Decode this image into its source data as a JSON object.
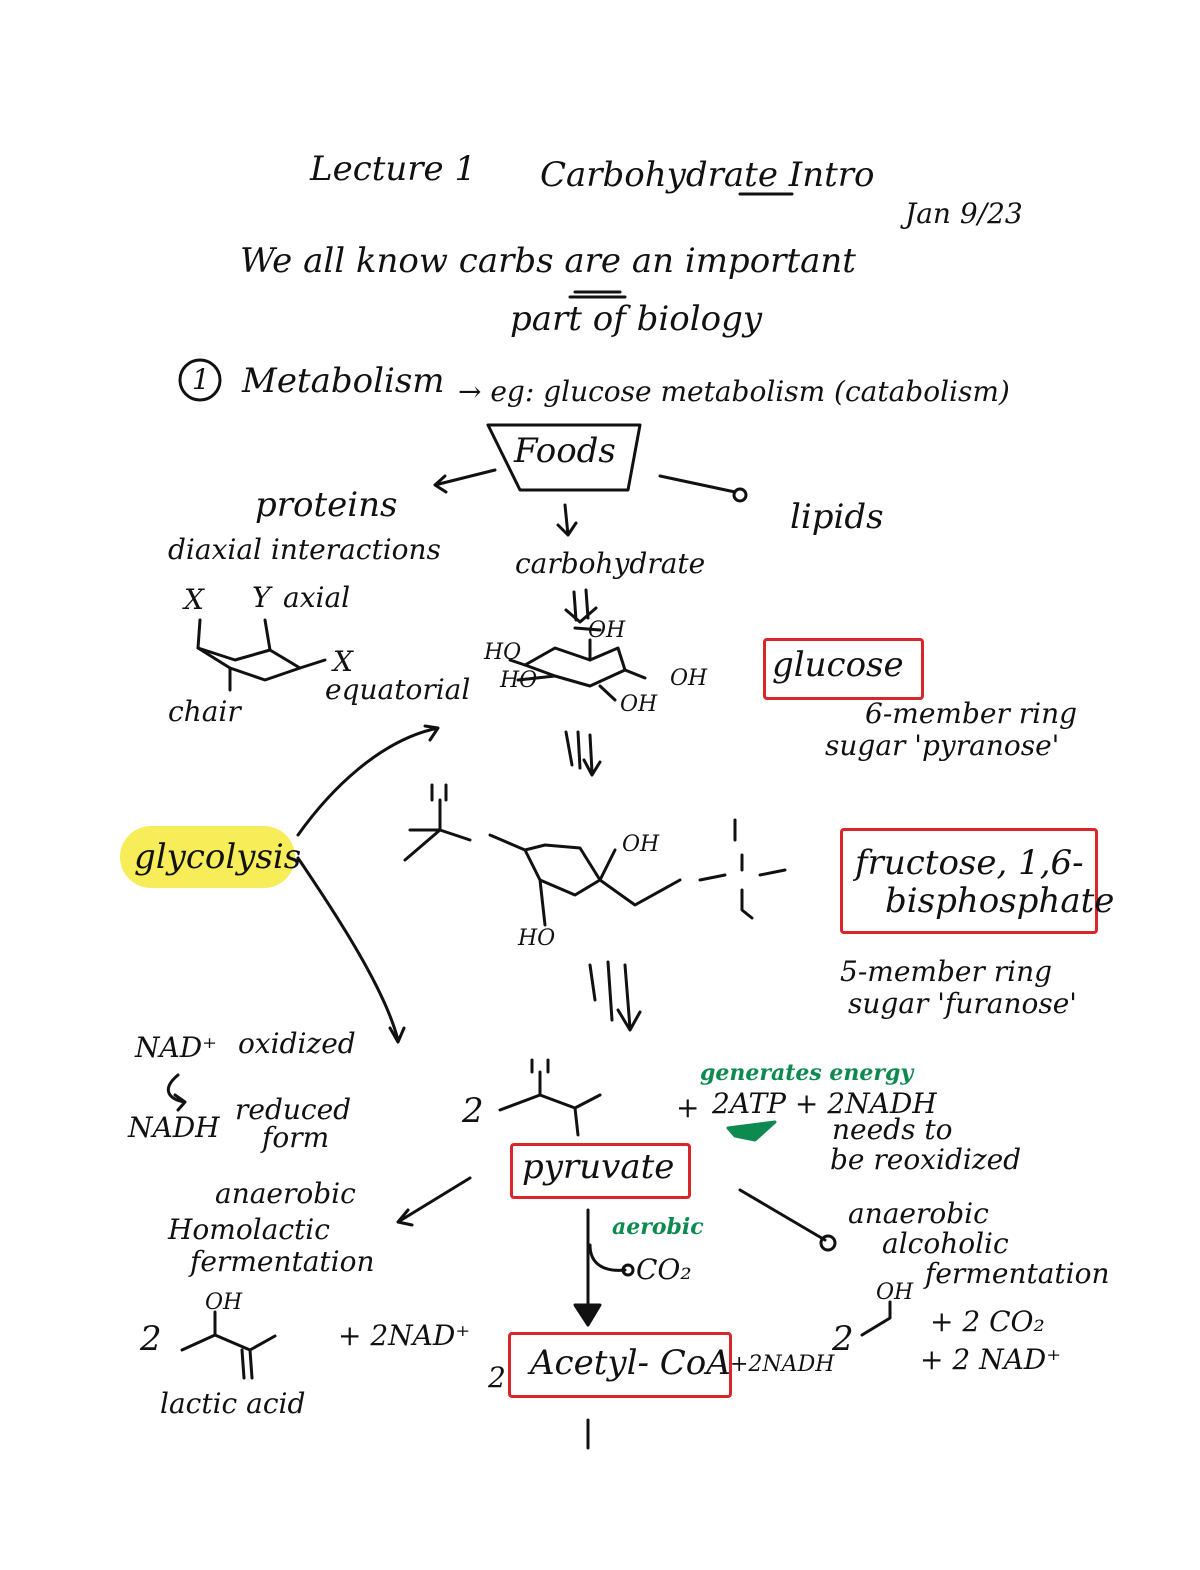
{
  "header": {
    "title_lecture": "Lecture 1",
    "title_topic": "Carbohydrate Intro",
    "date": "Jan 9/23"
  },
  "intro": {
    "line1": "We all know carbs are an important",
    "line2": "part of biology"
  },
  "section1": {
    "number": "1",
    "heading": "Metabolism",
    "example": "→ eg: glucose metabolism (catabolism)"
  },
  "flow": {
    "foods": "Foods",
    "proteins": "proteins",
    "lipids": "lipids",
    "carbohydrate": "carbohydrate"
  },
  "chair": {
    "diaxial": "diaxial interactions",
    "axial": "axial",
    "equatorial": "equatorial",
    "chair": "chair",
    "x1": "X",
    "x2": "Y",
    "x3": "X"
  },
  "glucose": {
    "label": "glucose",
    "desc1": "6-member ring",
    "desc2": "sugar 'pyranose'",
    "ho1": "HO",
    "ho2": "HO",
    "oh_top": "OH",
    "oh_right": "OH",
    "oh_bottom": "OH"
  },
  "glycolysis": {
    "label": "glycolysis"
  },
  "fructose": {
    "label1": "fructose, 1,6-",
    "label2": "bisphosphate",
    "desc1": "5-member ring",
    "desc2": "sugar 'furanose'",
    "oh": "OH",
    "ho": "HO"
  },
  "nad": {
    "nad_plus": "NAD⁺",
    "oxidized": "oxidized",
    "nadh": "NADH",
    "reduced": "reduced",
    "form": "form"
  },
  "pyruvate": {
    "coef": "2",
    "label": "pyruvate",
    "plus": "+",
    "generates": "generates energy",
    "products": "2ATP + 2NADH",
    "needs1": "needs to",
    "needs2": "be reoxidized"
  },
  "homolactic": {
    "line1": "anaerobic",
    "line2": "Homolactic",
    "line3": "fermentation",
    "coef": "2",
    "oh": "OH",
    "plus_nad": "+ 2NAD⁺",
    "lactic": "lactic acid"
  },
  "aerobic": {
    "label": "aerobic",
    "co2": "CO₂",
    "coef": "2",
    "acetyl": "Acetyl- CoA",
    "plus_nadh": "+2NADH"
  },
  "alcoholic": {
    "line1": "anaerobic",
    "line2": "alcoholic",
    "line3": "fermentation",
    "coef": "2",
    "oh": "OH",
    "co2": "+ 2 CO₂",
    "nad": "+ 2 NAD⁺"
  },
  "colors": {
    "ink": "#111111",
    "red_box": "#d8262a",
    "highlight": "#f4ea3b",
    "green": "#0d8a4f"
  }
}
